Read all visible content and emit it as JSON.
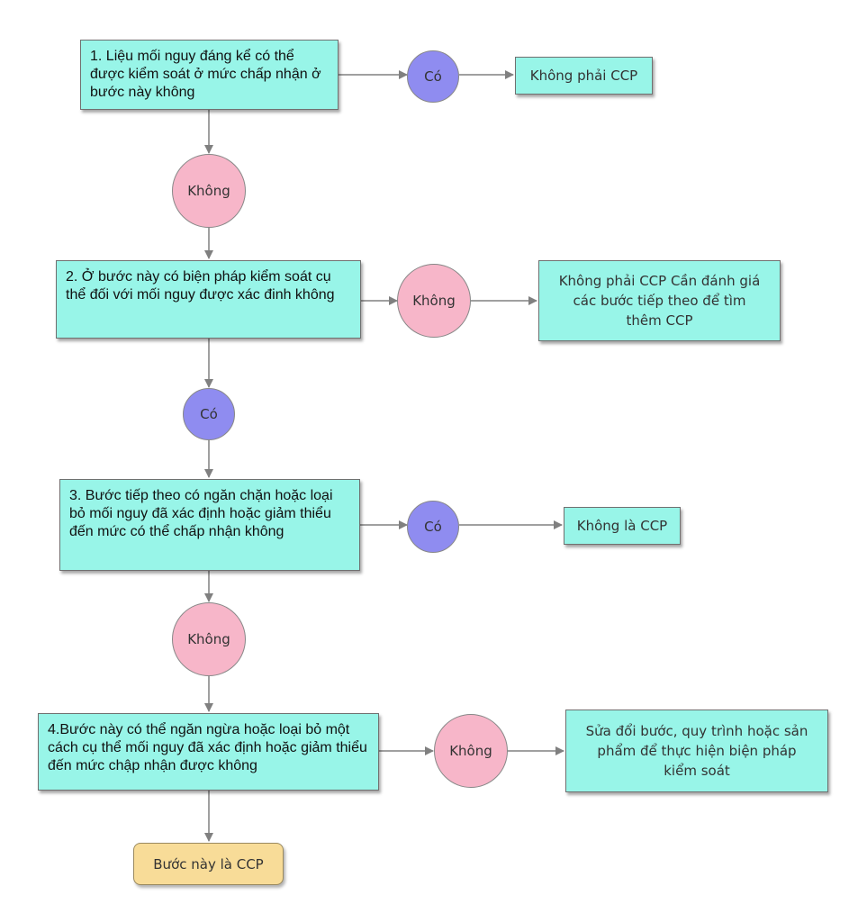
{
  "questions": [
    {
      "text": "1. Liệu mối nguy đáng kể có thể được kiểm soát ở mức chấp nhận ở bước này không",
      "branch_label": "Có",
      "result": "Không phải CCP",
      "next_label": "Không"
    },
    {
      "text": "2. Ở bước này có biện pháp kiểm soát cụ thể đối với mối nguy được xác đinh không",
      "branch_label": "Không",
      "result": "Không phải CCP Cần đánh giá các bước tiếp theo để tìm thêm CCP",
      "next_label": "Có"
    },
    {
      "text": "3. Bước tiếp theo có ngăn chặn hoặc loại bỏ mối nguy đã xác định hoặc giảm thiểu đến mức có thể chấp nhận không",
      "branch_label": "Có",
      "result": "Không là CCP",
      "next_label": "Không"
    },
    {
      "text": "4.Bước này có thể ngăn ngừa hoặc loại bỏ một cách cụ thể mối nguy đã xác định hoặc giảm thiểu đến mức chập nhận được không",
      "branch_label": "Không",
      "result": "Sửa đổi bước, quy trình hoặc sản phẩm để thực hiện biện pháp kiểm soát"
    }
  ],
  "final": "Bước này là CCP",
  "colors": {
    "box": "#98f5e8",
    "yes_circle": "#8f8cf0",
    "no_circle": "#f7b6c9",
    "final_box": "#f8dc98",
    "arrow": "#808080"
  }
}
